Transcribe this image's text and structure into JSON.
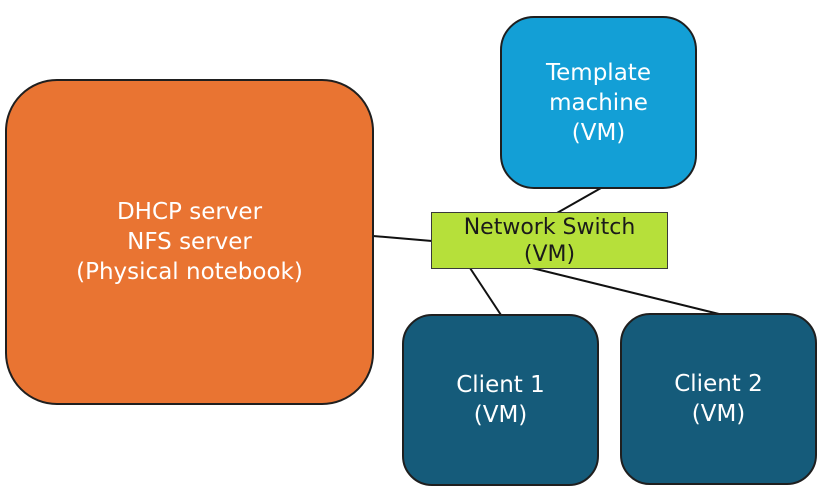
{
  "colors": {
    "dhcp": "#e97432",
    "template": "#139fd6",
    "switch": "#b6e03a",
    "client": "#155b7a",
    "line": "#111111"
  },
  "nodes": {
    "dhcp": {
      "line1": "DHCP server",
      "line2": "NFS server",
      "line3": "(Physical notebook)"
    },
    "template": {
      "line1": "Template",
      "line2": "machine",
      "line3": "(VM)"
    },
    "switch": {
      "line1": "Network Switch",
      "line2": "(VM)"
    },
    "client1": {
      "line1": "Client 1",
      "line2": "(VM)"
    },
    "client2": {
      "line1": "Client 2",
      "line2": "(VM)"
    }
  },
  "edges": [
    {
      "from": "dhcp",
      "to": "switch"
    },
    {
      "from": "template",
      "to": "switch"
    },
    {
      "from": "switch",
      "to": "client1"
    },
    {
      "from": "switch",
      "to": "client2"
    }
  ]
}
